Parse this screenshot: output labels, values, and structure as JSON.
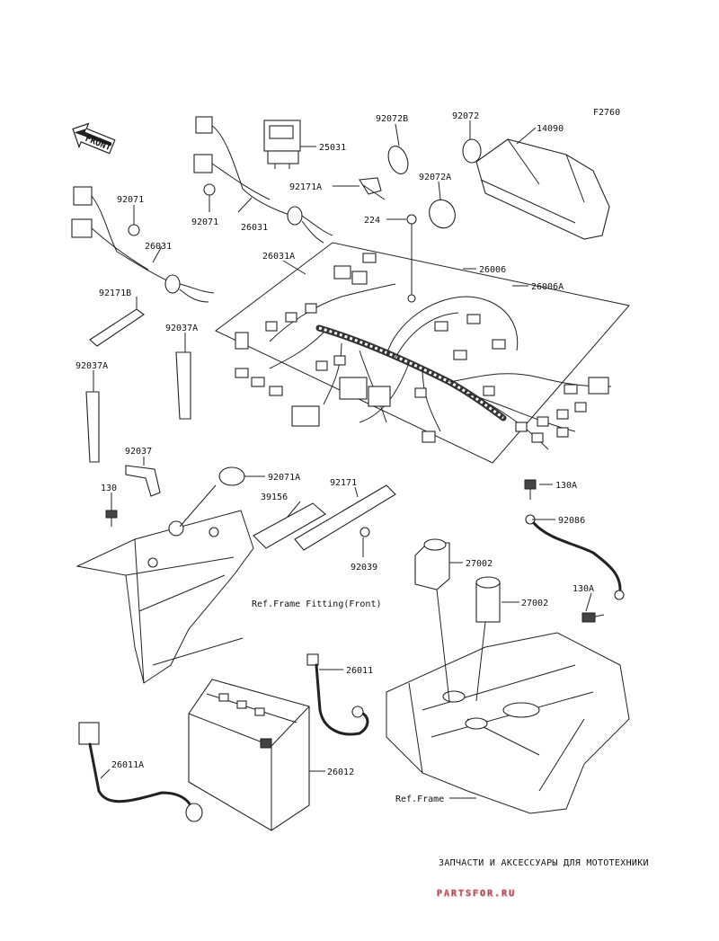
{
  "figure_id": "F2760",
  "front_label": "FRONT",
  "part_labels": {
    "p92072B": "92072B",
    "p92072": "92072",
    "p14090": "14090",
    "p25031": "25031",
    "p92171A": "92171A",
    "p92072A": "92072A",
    "p92071_a": "92071",
    "p92071_b": "92071",
    "p26031_a": "26031",
    "p26031_b": "26031",
    "p224": "224",
    "p26031A": "26031A",
    "p26006": "26006",
    "p26006A": "26006A",
    "p92171B": "92171B",
    "p92037A_a": "92037A",
    "p92037A_b": "92037A",
    "p92037": "92037",
    "p130": "130",
    "p92071A": "92071A",
    "p92171": "92171",
    "p39156": "39156",
    "p130A_a": "130A",
    "p92086": "92086",
    "p92039": "92039",
    "p27002_a": "27002",
    "p27002_b": "27002",
    "p130A_b": "130A",
    "p26011": "26011",
    "p26011A": "26011A",
    "p26012": "26012"
  },
  "references": {
    "frame_fitting_front": "Ref.Frame Fitting(Front)",
    "frame": "Ref.Frame"
  },
  "watermark": {
    "tagline": "ЗАПЧАСТИ И АКСЕССУАРЫ ДЛЯ МОТОТЕХНИКИ",
    "brand": "PARTSFOR.RU"
  }
}
